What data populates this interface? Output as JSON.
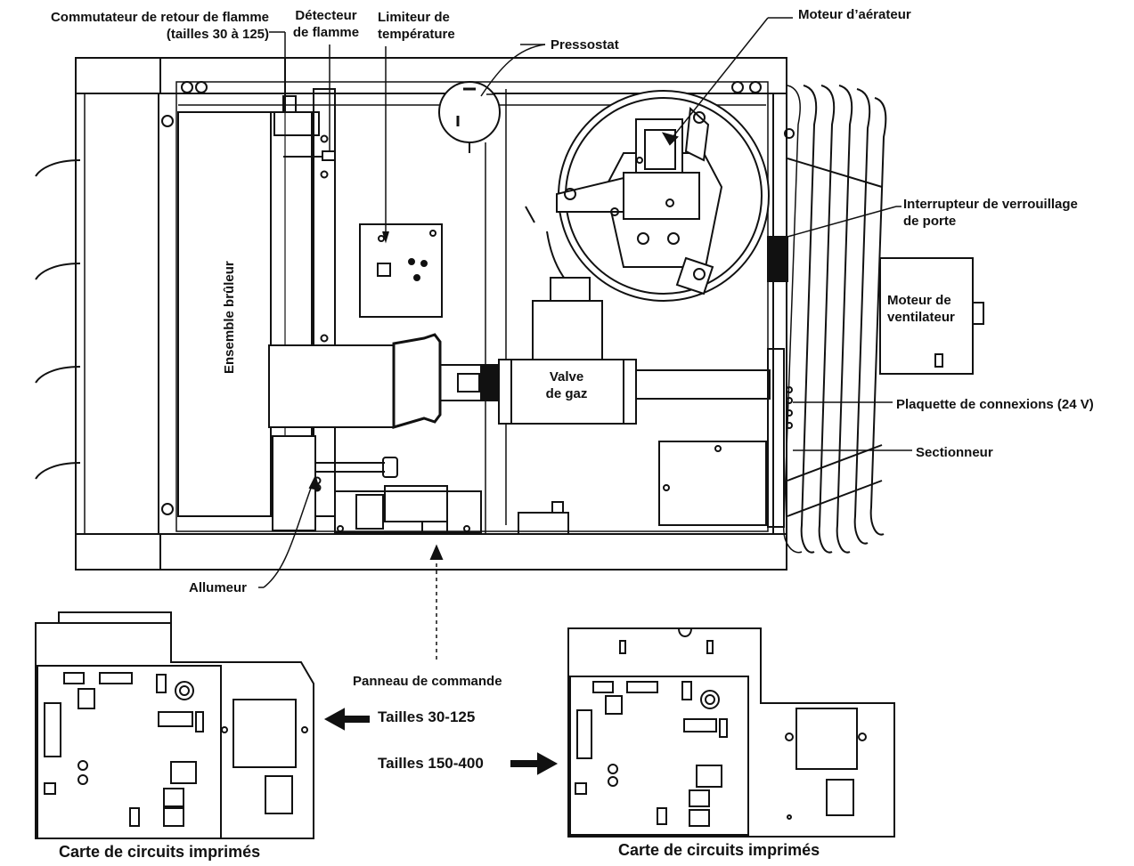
{
  "labels": {
    "flame_rollout_switch": [
      "Commutateur de retour de flamme",
      "(tailles 30 à 125)"
    ],
    "flame_detector": [
      "Détecteur",
      "de flamme"
    ],
    "temperature_limiter": [
      "Limiteur de",
      "température"
    ],
    "pressure_switch": "Pressostat",
    "blower_motor": "Moteur d’aérateur",
    "door_interlock_switch": [
      "Interrupteur de verrouillage",
      "de porte"
    ],
    "fan_motor": [
      "Moteur de",
      "ventilateur"
    ],
    "terminal_strip": "Plaquette de connexions (24 V)",
    "disconnect_switch": "Sectionneur",
    "burner_assembly": "Ensemble brûleur",
    "gas_valve": [
      "Valve",
      "de gaz"
    ],
    "igniter": "Allumeur",
    "control_panel": "Panneau de commande",
    "sizes_small": "Tailles 30-125",
    "sizes_large": "Tailles 150-400",
    "circuit_board_left": "Carte de circuits imprimés",
    "circuit_board_right": "Carte de circuits imprimés"
  },
  "colors": {
    "ink": "#111111",
    "paper": "#ffffff",
    "panel": "#f6f6f6"
  }
}
